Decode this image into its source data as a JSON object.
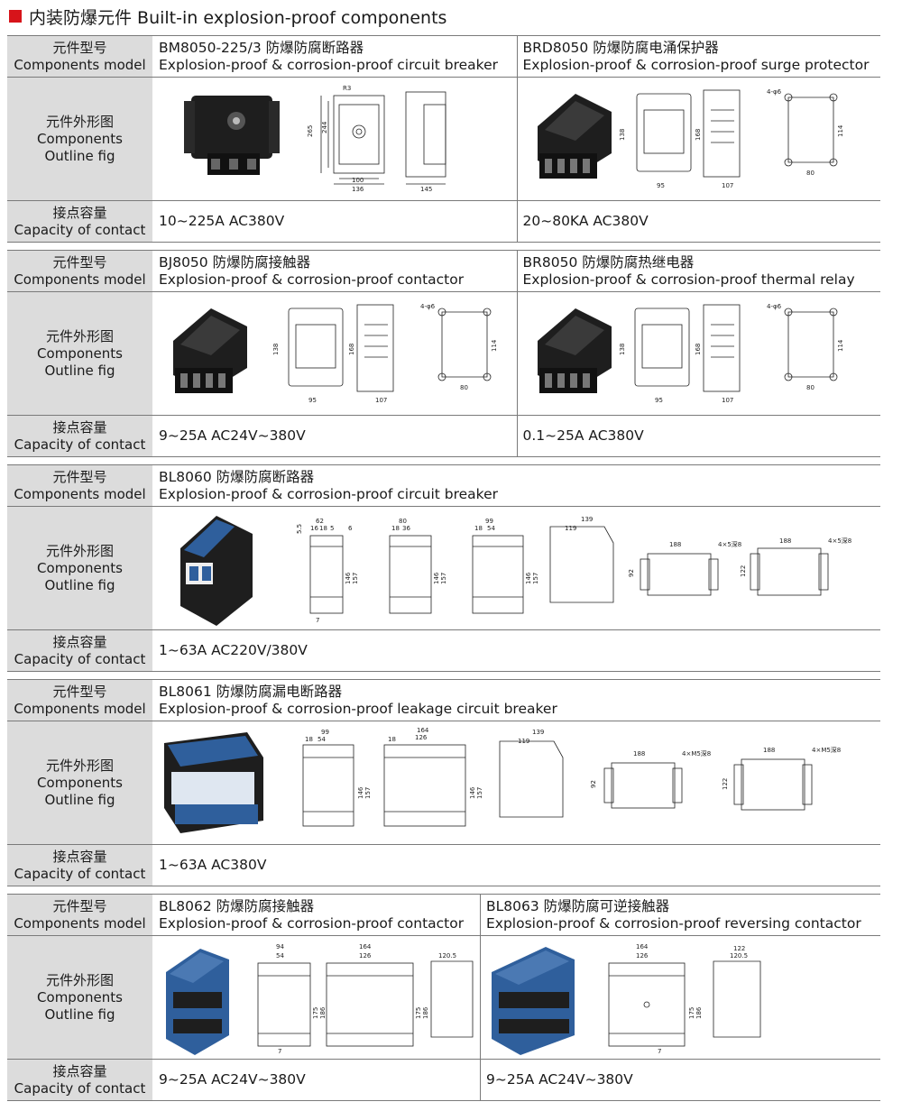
{
  "page_title": "内装防爆元件 Built-in explosion-proof components",
  "labels": {
    "model_cn": "元件型号",
    "model_en": "Components model",
    "fig_cn": "元件外形图",
    "fig_en1": "Components",
    "fig_en2": "Outline fig",
    "cap_cn": "接点容量",
    "cap_en": "Capacity of contact"
  },
  "sections": [
    {
      "items": [
        {
          "model": "BM8050-225/3 防爆防腐断路器",
          "desc": "Explosion-proof & corrosion-proof circuit breaker",
          "capacity": "10~225A AC380V",
          "dims": [
            "R3",
            "265",
            "244",
            "100",
            "136",
            "145"
          ]
        },
        {
          "model": "BRD8050 防爆防腐电涌保护器",
          "desc": "Explosion-proof & corrosion-proof surge protector",
          "capacity": "20~80KA AC380V",
          "dims": [
            "138",
            "95",
            "168",
            "107",
            "4-φ6",
            "114",
            "80"
          ]
        }
      ]
    },
    {
      "items": [
        {
          "model": "BJ8050 防爆防腐接触器",
          "desc": "Explosion-proof & corrosion-proof contactor",
          "capacity": "9~25A AC24V~380V",
          "dims": [
            "138",
            "95",
            "168",
            "107",
            "4-φ6",
            "114",
            "80"
          ]
        },
        {
          "model": "BR8050 防爆防腐热继电器",
          "desc": "Explosion-proof & corrosion-proof thermal relay",
          "capacity": "0.1~25A AC380V",
          "dims": [
            "138",
            "95",
            "168",
            "107",
            "4-φ6",
            "114",
            "80"
          ]
        }
      ]
    },
    {
      "items": [
        {
          "model": "BL8060 防爆防腐断路器",
          "desc": "Explosion-proof & corrosion-proof circuit breaker",
          "capacity": "1~63A AC220V/380V",
          "dims": [
            "62",
            "16",
            "18",
            "5",
            "80",
            "18",
            "36",
            "99",
            "18",
            "54",
            "146",
            "157",
            "7",
            "5.5",
            "6",
            "139",
            "119",
            "92",
            "188",
            "4×5深8",
            "122"
          ]
        }
      ]
    },
    {
      "items": [
        {
          "model": "BL8061 防爆防腐漏电断路器",
          "desc": "Explosion-proof & corrosion-proof leakage circuit breaker",
          "capacity": "1~63A AC380V",
          "dims": [
            "99",
            "18",
            "54",
            "164",
            "126",
            "146",
            "157",
            "139",
            "119",
            "92",
            "188",
            "4×M5深8",
            "122"
          ]
        }
      ]
    },
    {
      "items": [
        {
          "model": "BL8062 防爆防腐接触器",
          "desc": "Explosion-proof & corrosion-proof contactor",
          "capacity": "9~25A AC24V~380V",
          "dims": [
            "94",
            "54",
            "164",
            "126",
            "175",
            "186",
            "120.5",
            "7"
          ]
        },
        {
          "model": "BL8063 防爆防腐可逆接触器",
          "desc": "Explosion-proof & corrosion-proof reversing contactor",
          "capacity": "9~25A AC24V~380V",
          "dims": [
            "164",
            "126",
            "175",
            "186",
            "122",
            "120.5",
            "7"
          ]
        }
      ]
    }
  ],
  "colors": {
    "accent": "#d7141a",
    "label_bg": "#dcdcdc",
    "rule": "#7a7a7a",
    "housing_black": "#1e1e1e",
    "housing_blue": "#2f5f9c"
  },
  "icons": [
    "component-photo",
    "dimension-drawing"
  ]
}
